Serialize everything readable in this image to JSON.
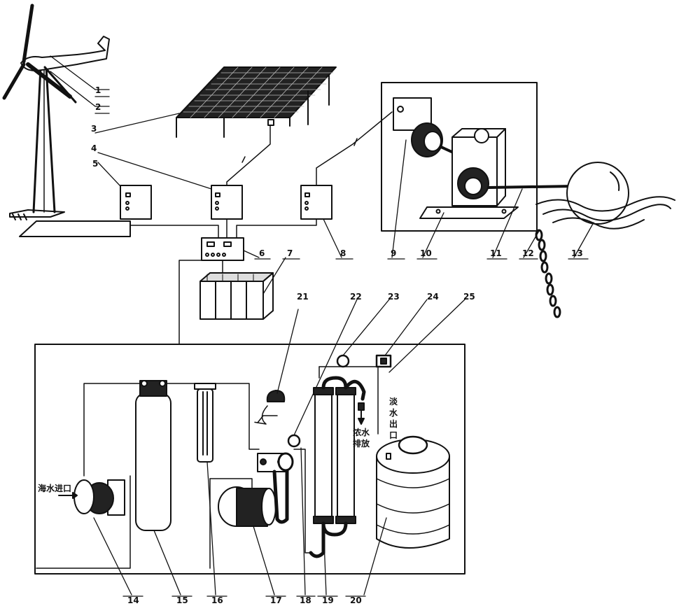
{
  "labels": {
    "1": "1",
    "2": "2",
    "3": "3",
    "4": "4",
    "5": "5",
    "6": "6",
    "7": "7",
    "8": "8",
    "9": "9",
    "10": "10",
    "11": "11",
    "12": "12",
    "13": "13",
    "14": "14",
    "15": "15",
    "16": "16",
    "17": "17",
    "18": "18",
    "19": "19",
    "20": "20",
    "21": "21",
    "22": "22",
    "23": "23",
    "24": "24",
    "25": "25"
  },
  "annotations": {
    "seawater_inlet": "海水进口",
    "brine_discharge_1": "浓水",
    "brine_discharge_2": "排放",
    "fresh_water_outlet_1": "淡",
    "fresh_water_outlet_2": "水",
    "fresh_water_outlet_3": "出",
    "fresh_water_outlet_4": "口"
  }
}
